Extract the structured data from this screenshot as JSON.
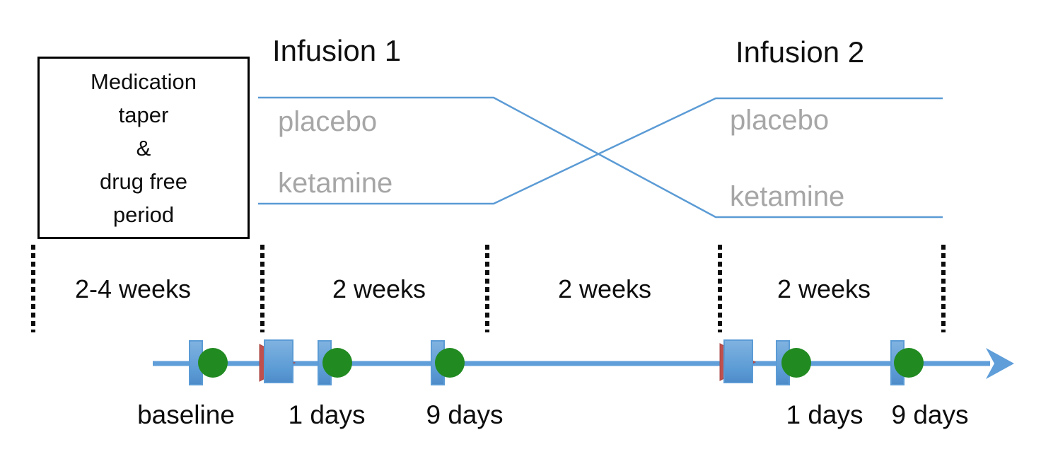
{
  "diagram": {
    "taper_box": {
      "line1": "Medication",
      "line2": "taper",
      "line3": "&",
      "line4": "drug free",
      "line5": "period"
    },
    "infusion1": {
      "title": "Infusion 1",
      "arm_top": "placebo",
      "arm_bottom": "ketamine"
    },
    "infusion2": {
      "title": "Infusion 2",
      "arm_top": "placebo",
      "arm_bottom": "ketamine"
    },
    "periods": {
      "p1": "2-4 weeks",
      "p2": "2 weeks",
      "p3": "2 weeks",
      "p4": "2 weeks"
    },
    "timepoints": {
      "baseline": "baseline",
      "left_1": "1 days",
      "left_9": "9 days",
      "right_1": "1 days",
      "right_9": "9 days"
    },
    "colors": {
      "crossover_line_blue": "#5b9bd5",
      "timeline_blue": "#5f9ed9",
      "assessment_green": "#218a21",
      "infusion_red": "#c0504d",
      "arm_label_gray": "#a6a6a6",
      "text_black": "#0d0d0d"
    }
  }
}
